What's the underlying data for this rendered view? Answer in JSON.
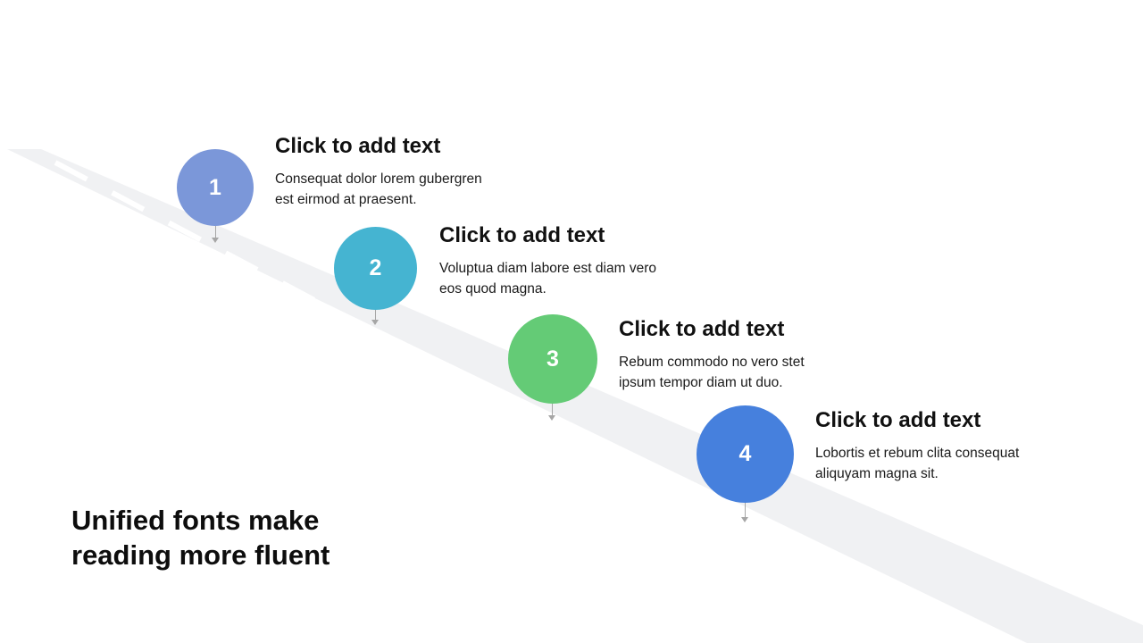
{
  "headline": {
    "line1": "Unified fonts make",
    "line2": "reading more fluent"
  },
  "steps": [
    {
      "number": "1",
      "title": "Click to add text",
      "desc_line1": "Consequat dolor lorem gubergren",
      "desc_line2": "est eirmod at praesent.",
      "color": "#7b97d9"
    },
    {
      "number": "2",
      "title": "Click to add text",
      "desc_line1": "Voluptua diam labore est diam vero",
      "desc_line2": "eos quod magna.",
      "color": "#45b4d1"
    },
    {
      "number": "3",
      "title": "Click to add text",
      "desc_line1": "Rebum commodo no vero stet",
      "desc_line2": "ipsum tempor diam ut duo.",
      "color": "#64cb76"
    },
    {
      "number": "4",
      "title": "Click to add text",
      "desc_line1": "Lobortis et rebum clita consequat",
      "desc_line2": "aliquyam magna sit.",
      "color": "#4680dd"
    }
  ],
  "colors": {
    "road": "#f0f1f3",
    "road_dash": "#ffffff",
    "pin": "#a6a6a6"
  }
}
